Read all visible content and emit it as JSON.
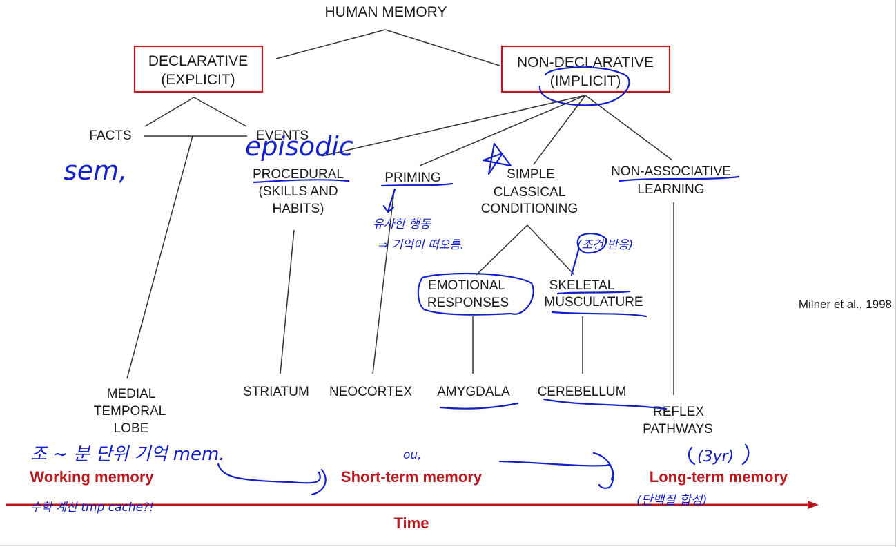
{
  "diagram": {
    "title": "HUMAN MEMORY",
    "citation": "Milner et al., 1998",
    "declarative": {
      "line1": "DECLARATIVE",
      "line2": "(EXPLICIT)"
    },
    "non_declarative": {
      "line1": "NON-DECLARATIVE",
      "line2": "(IMPLICIT)"
    },
    "facts": "FACTS",
    "events": "EVENTS",
    "procedural": {
      "line1": "PROCEDURAL",
      "line2": "(SKILLS AND",
      "line3": "HABITS)"
    },
    "priming": "PRIMING",
    "simple_classical": {
      "line1": "SIMPLE",
      "line2": "CLASSICAL",
      "line3": "CONDITIONING"
    },
    "non_associative": {
      "line1": "NON-ASSOCIATIVE",
      "line2": "LEARNING"
    },
    "emotional": {
      "line1": "EMOTIONAL",
      "line2": "RESPONSES"
    },
    "skeletal": {
      "line1": "SKELETAL",
      "line2": "MUSCULATURE"
    },
    "medial_temporal": {
      "line1": "MEDIAL",
      "line2": "TEMPORAL",
      "line3": "LOBE"
    },
    "striatum": "STRIATUM",
    "neocortex": "NEOCORTEX",
    "amygdala": "AMYGDALA",
    "cerebellum": "CEREBELLUM",
    "reflex": {
      "line1": "REFLEX",
      "line2": "PATHWAYS"
    }
  },
  "timeline": {
    "working": "Working memory",
    "short_term": "Short-term memory",
    "long_term": "Long-term memory",
    "axis_label": "Time"
  },
  "annotations": {
    "episodic": "episodic",
    "sem": "sem,",
    "priming_note_1": "유사한 행동",
    "priming_note_2": "⇒ 기억이 떠오름.",
    "condition_note": "(조건 반응)",
    "mtl_note": "조 ~ 분 단위 기억 mem.",
    "working_note": "수학 계산 tmp cache?!",
    "short_note": "ou,",
    "long_note_1": "(3yr)",
    "long_note_2": "(단백질 합성)"
  },
  "colors": {
    "box_border": "#b8181e",
    "timeline_red": "#b8181e",
    "handwriting_blue": "#1420c8"
  }
}
